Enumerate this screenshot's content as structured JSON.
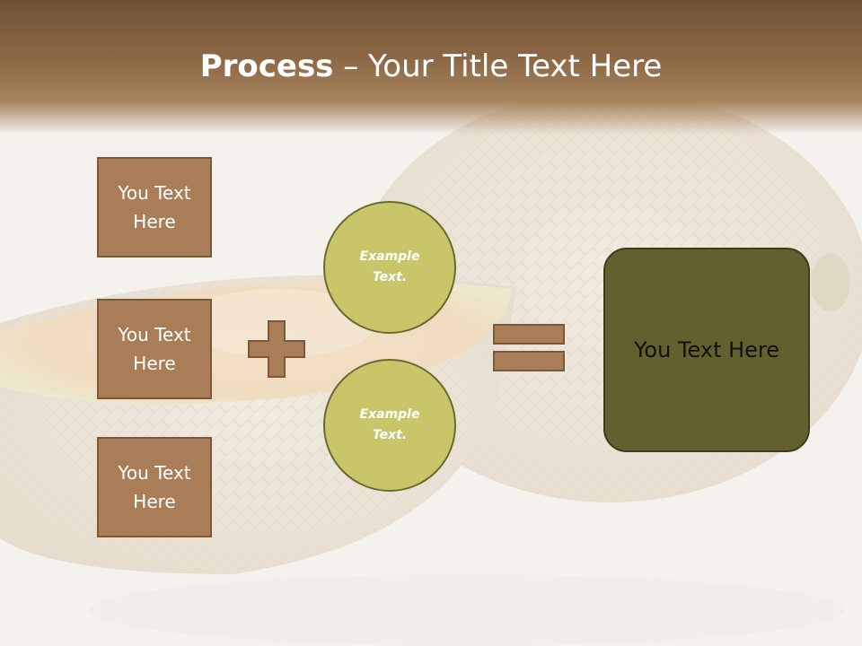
{
  "title": {
    "bold": "Process",
    "rest": " – Your Title Text Here"
  },
  "left_boxes": [
    {
      "label": "You Text Here"
    },
    {
      "label": "You Text Here"
    },
    {
      "label": "You Text Here"
    }
  ],
  "circles": [
    {
      "label": "Example Text."
    },
    {
      "label": "Example Text."
    }
  ],
  "result": {
    "label": "You Text Here"
  },
  "colors": {
    "header": "#8e6946",
    "box_fill": "#a87d57",
    "circle_fill": "#c9c66a",
    "result_fill": "#636030",
    "operator_fill": "#a87d57"
  },
  "icons": {
    "plus": "plus-icon",
    "equals": "equals-icon",
    "background": "cantaloupe-melon-photo"
  }
}
